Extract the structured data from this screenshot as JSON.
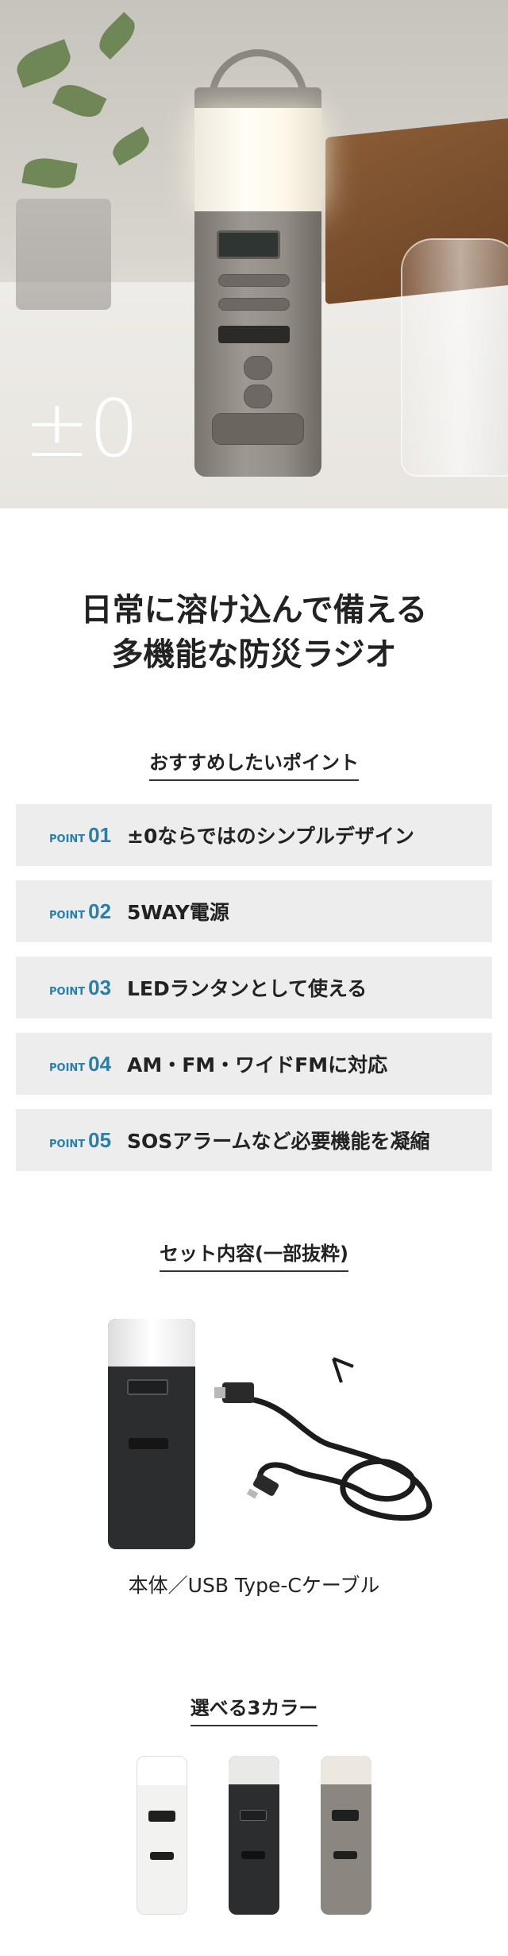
{
  "hero": {
    "logo_text": "±0"
  },
  "headline": {
    "line1": "日常に溶け込んで備える",
    "line2": "多機能な防災ラジオ"
  },
  "points_section": {
    "title": "おすすめしたいポイント",
    "items": [
      {
        "label": "POINT",
        "num": "01",
        "text": "±0ならではのシンプルデザイン"
      },
      {
        "label": "POINT",
        "num": "02",
        "text": "5WAY電源"
      },
      {
        "label": "POINT",
        "num": "03",
        "text": "LEDランタンとして使える"
      },
      {
        "label": "POINT",
        "num": "04",
        "text": "AM・FM・ワイドFMに対応"
      },
      {
        "label": "POINT",
        "num": "05",
        "text": "SOSアラームなど必要機能を凝縮"
      }
    ]
  },
  "set_section": {
    "title": "セット内容(一部抜粋)",
    "caption": "本体／USB Type-Cケーブル"
  },
  "colors_section": {
    "title": "選べる3カラー"
  },
  "colors": {
    "accent": "#2a7fa8",
    "point_bg": "#ededed",
    "variant_white": "#f2f2f0",
    "variant_black": "#2c2d2e",
    "variant_gray": "#8b8780"
  }
}
